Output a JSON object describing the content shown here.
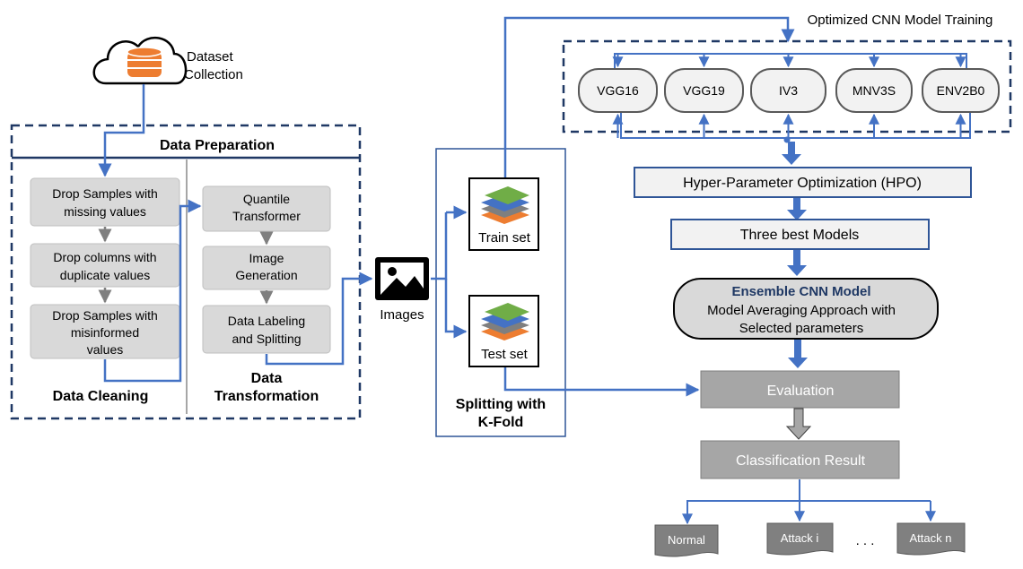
{
  "dataset": {
    "label_line1": "Dataset",
    "label_line2": "Collection"
  },
  "data_preparation": {
    "title": "Data Preparation",
    "cleaning": {
      "title": "Data Cleaning",
      "step1": [
        "Drop Samples with",
        "missing values"
      ],
      "step2": [
        "Drop columns with",
        "duplicate values"
      ],
      "step3": [
        "Drop Samples with",
        "misinformed",
        "values"
      ]
    },
    "transformation": {
      "title_line1": "Data",
      "title_line2": "Transformation",
      "step1": [
        "Quantile",
        "Transformer"
      ],
      "step2": [
        "Image",
        "Generation"
      ],
      "step3": [
        "Data Labeling",
        "and Splitting"
      ]
    }
  },
  "images": {
    "label": "Images"
  },
  "splitting": {
    "title_line1": "Splitting with",
    "title_line2": "K-Fold",
    "train_label": "Train set",
    "test_label": "Test set"
  },
  "training": {
    "title": "Optimized CNN Model Training",
    "models": [
      "VGG16",
      "VGG19",
      "IV3",
      "MNV3S",
      "ENV2B0"
    ]
  },
  "hpo": {
    "label": "Hyper-Parameter Optimization (HPO)"
  },
  "best_models": {
    "label": "Three best Models"
  },
  "ensemble": {
    "title": "Ensemble CNN Model",
    "line1": "Model Averaging Approach with",
    "line2": "Selected parameters"
  },
  "evaluation": {
    "label": "Evaluation"
  },
  "classification": {
    "label": "Classification Result"
  },
  "outputs": {
    "normal": "Normal",
    "attack_i": "Attack i",
    "ellipsis": ". . .",
    "attack_n": "Attack n"
  },
  "colors": {
    "connector": "#4472c4",
    "dash_border": "#1f3864",
    "step_fill": "#d9d9d9",
    "gray_box": "#a6a6a6",
    "light_box": "#f2f2f2",
    "cloud_db": "#ed7d31",
    "ensemble_title": "#1f3864",
    "layer_green": "#70ad47",
    "layer_blue": "#4472c4",
    "layer_gray": "#7f7f7f",
    "layer_orange": "#ed7d31"
  }
}
